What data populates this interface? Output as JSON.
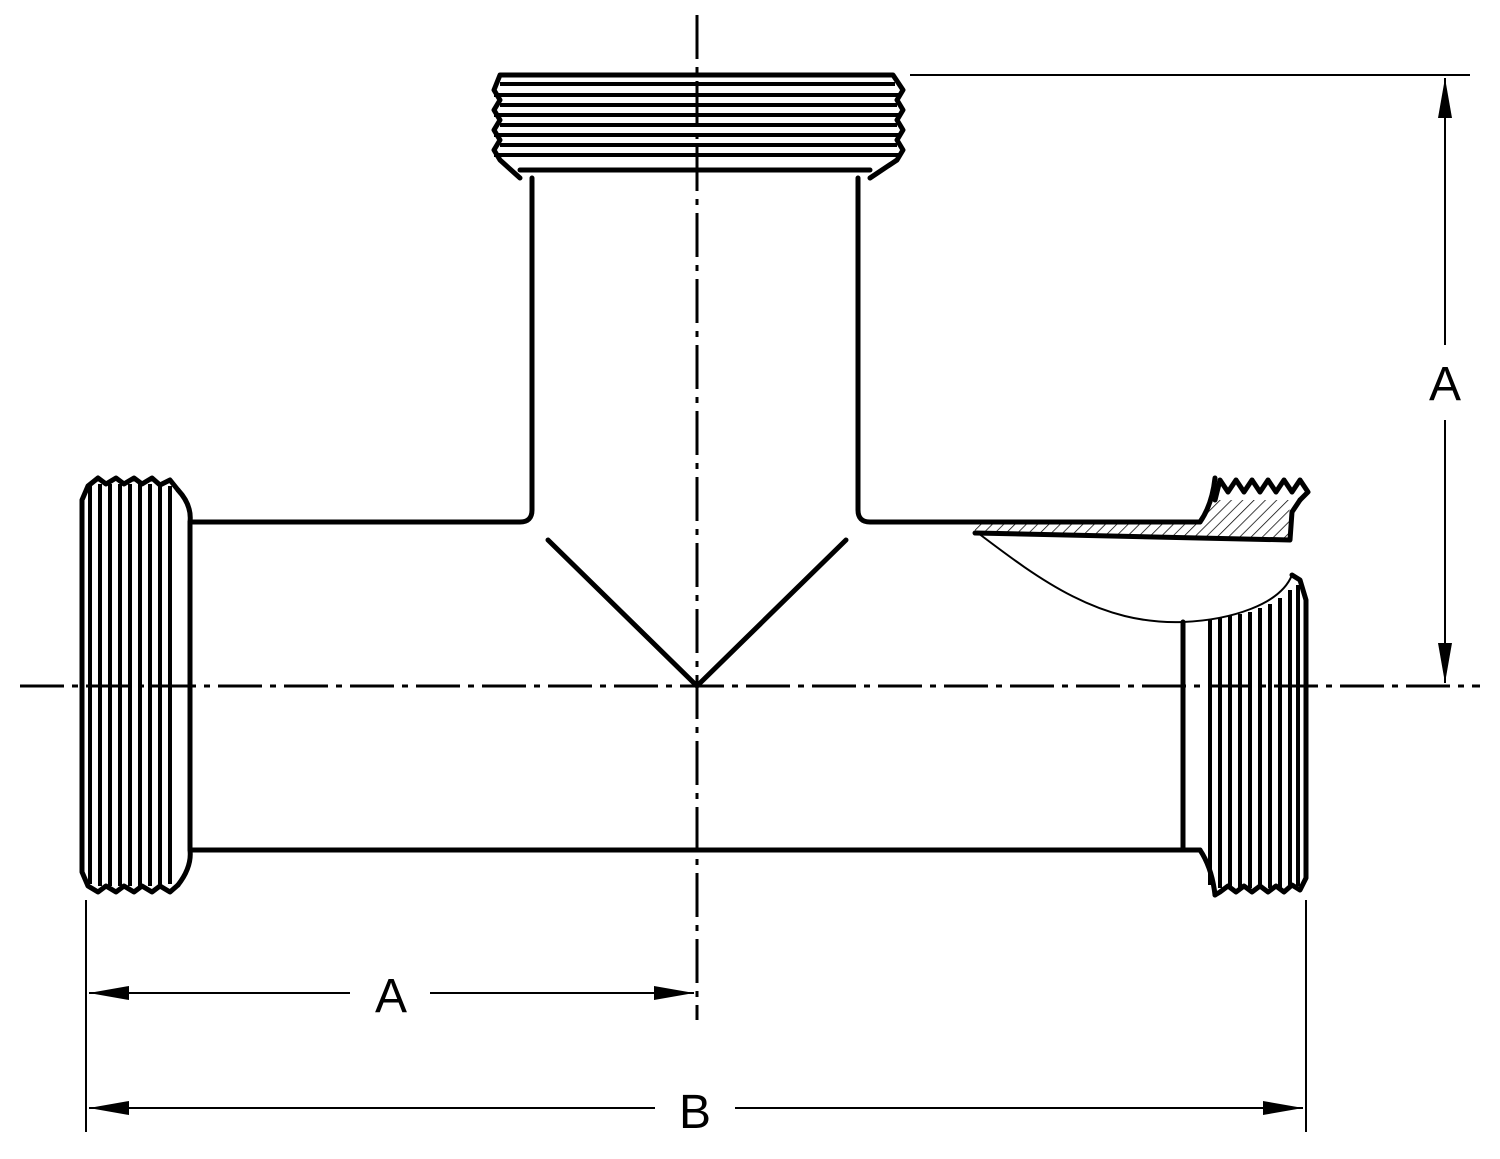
{
  "drawing": {
    "dimension_labels": {
      "vertical_branch": "A",
      "horizontal_half": "A",
      "overall_length": "B"
    },
    "colors": {
      "line": "#000000",
      "background": "#ffffff",
      "hatch": "#000000"
    }
  }
}
